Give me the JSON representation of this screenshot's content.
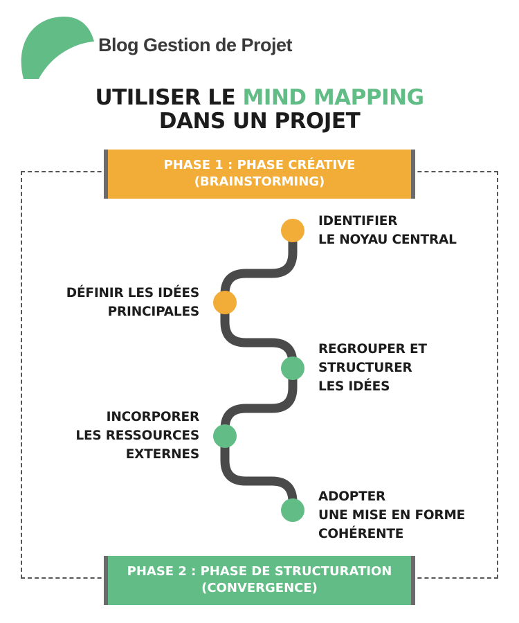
{
  "colors": {
    "orange": "#F2AC38",
    "green": "#62BC86",
    "path": "#4a4a4a",
    "dash": "#555555"
  },
  "logo": {
    "icon": "leaf-logo-icon",
    "text": "Blog Gestion de Projet"
  },
  "title": {
    "line1_part1": "UTILISER LE ",
    "line1_highlight": "MIND MAPPING",
    "line2": "DANS UN PROJET"
  },
  "phase1": {
    "line1": "PHASE 1 : PHASE CRÉATIVE",
    "line2": "(BRAINSTORMING)"
  },
  "phase2": {
    "line1": "PHASE 2 : PHASE DE STRUCTURATION",
    "line2": "(CONVERGENCE)"
  },
  "steps": [
    {
      "lines": [
        "IDENTIFIER",
        "LE NOYAU CENTRAL"
      ],
      "color": "orange",
      "side": "right"
    },
    {
      "lines": [
        "DÉFINIR LES IDÉES",
        "PRINCIPALES"
      ],
      "color": "orange",
      "side": "left"
    },
    {
      "lines": [
        "REGROUPER ET",
        "STRUCTURER",
        "LES IDÉES"
      ],
      "color": "green",
      "side": "right"
    },
    {
      "lines": [
        "INCORPORER",
        "LES RESSOURCES",
        "EXTERNES"
      ],
      "color": "green",
      "side": "left"
    },
    {
      "lines": [
        "ADOPTER",
        "UNE MISE EN FORME",
        "COHÉRENTE"
      ],
      "color": "green",
      "side": "right"
    }
  ]
}
